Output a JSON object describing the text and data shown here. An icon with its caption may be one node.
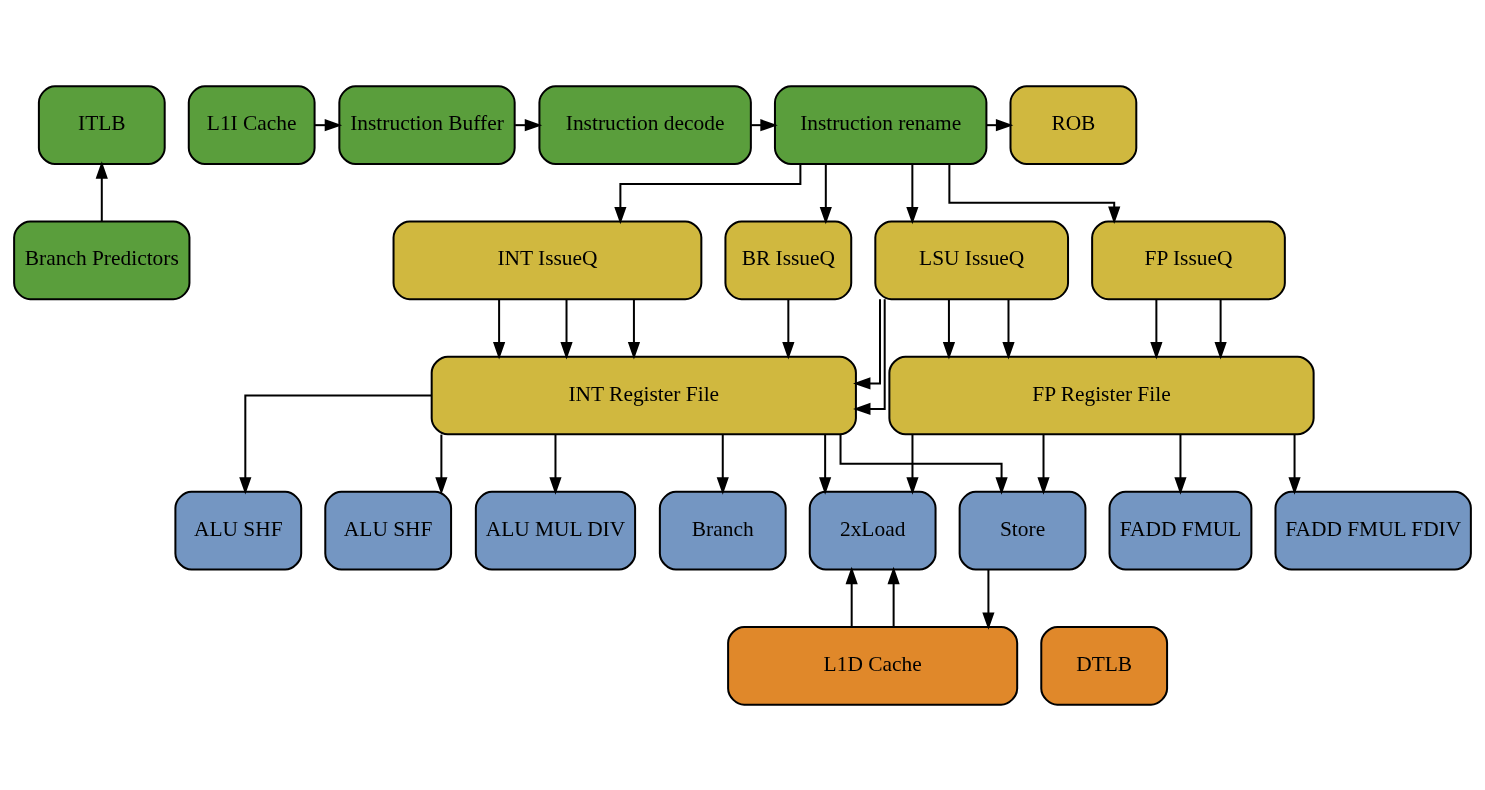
{
  "diagram": {
    "nodes": [
      {
        "text": [
          "ITLB"
        ]
      },
      {
        "text": [
          "L1I Cache"
        ]
      },
      {
        "text": [
          "Instruction Buffer"
        ]
      },
      {
        "text": [
          "Instruction decode"
        ]
      },
      {
        "text": [
          "Instruction rename"
        ]
      },
      {
        "text": [
          "ROB"
        ]
      },
      {
        "text": [
          "Branch Predictors"
        ]
      },
      {
        "text": [
          "INT IssueQ"
        ]
      },
      {
        "text": [
          "BR IssueQ"
        ]
      },
      {
        "text": [
          "LSU IssueQ"
        ]
      },
      {
        "text": [
          "FP IssueQ"
        ]
      },
      {
        "text": [
          "INT Register File"
        ]
      },
      {
        "text": [
          "FP Register File"
        ]
      },
      {
        "text": [
          "ALU SHF"
        ]
      },
      {
        "text": [
          "ALU SHF"
        ]
      },
      {
        "text": [
          "ALU MUL DIV"
        ]
      },
      {
        "text": [
          "Branch"
        ]
      },
      {
        "text": [
          "2xLoad"
        ]
      },
      {
        "text": [
          "Store"
        ]
      },
      {
        "text": [
          "FADD FMUL"
        ]
      },
      {
        "text": [
          "FADD FMUL FDIV"
        ]
      },
      {
        "text": [
          "DTLB"
        ]
      },
      {
        "text": [
          "L1D Cache"
        ]
      }
    ],
    "edges": [
      {
        "from": 1,
        "to": 2,
        "arrow": "to"
      },
      {
        "from": 2,
        "to": 3,
        "arrow": "to"
      },
      {
        "from": 3,
        "to": 4,
        "arrow": "to"
      },
      {
        "from": 4,
        "to": 5,
        "arrow": "to"
      },
      {
        "from": 6,
        "to": 0,
        "arrow": "to"
      },
      {
        "from": 4,
        "to": 7,
        "arrow": "to"
      },
      {
        "from": 4,
        "to": 8,
        "arrow": "to"
      },
      {
        "from": 4,
        "to": 9,
        "arrow": "to"
      },
      {
        "from": 4,
        "to": 10,
        "arrow": "to"
      },
      {
        "from": 7,
        "to": 11,
        "arrow": "to"
      },
      {
        "from": 7,
        "to": 11,
        "arrow": "to"
      },
      {
        "from": 7,
        "to": 11,
        "arrow": "to"
      },
      {
        "from": 9,
        "to": 11,
        "arrow": "to"
      },
      {
        "from": 8,
        "to": 11,
        "arrow": "to"
      },
      {
        "from": 9,
        "to": 11,
        "arrow": "to"
      },
      {
        "from": 9,
        "to": 12,
        "arrow": "to"
      },
      {
        "from": 9,
        "to": 12,
        "arrow": "to"
      },
      {
        "from": 10,
        "to": 12,
        "arrow": "to"
      },
      {
        "from": 10,
        "to": 12,
        "arrow": "to"
      },
      {
        "from": 11,
        "to": 13,
        "arrow": "to"
      },
      {
        "from": 11,
        "to": 14,
        "arrow": "to"
      },
      {
        "from": 11,
        "to": 15,
        "arrow": "to"
      },
      {
        "from": 11,
        "to": 16,
        "arrow": "to"
      },
      {
        "from": 11,
        "to": 17,
        "arrow": "to"
      },
      {
        "from": 11,
        "to": 18,
        "arrow": "to"
      },
      {
        "from": 12,
        "to": 17,
        "arrow": "to"
      },
      {
        "from": 12,
        "to": 18,
        "arrow": "to"
      },
      {
        "from": 12,
        "to": 19,
        "arrow": "to"
      },
      {
        "from": 12,
        "to": 20,
        "arrow": "to"
      },
      {
        "from": 22,
        "to": 17,
        "arrow": "to"
      },
      {
        "from": 22,
        "to": 17,
        "arrow": "to"
      },
      {
        "from": 18,
        "to": 22,
        "arrow": "to"
      }
    ]
  }
}
